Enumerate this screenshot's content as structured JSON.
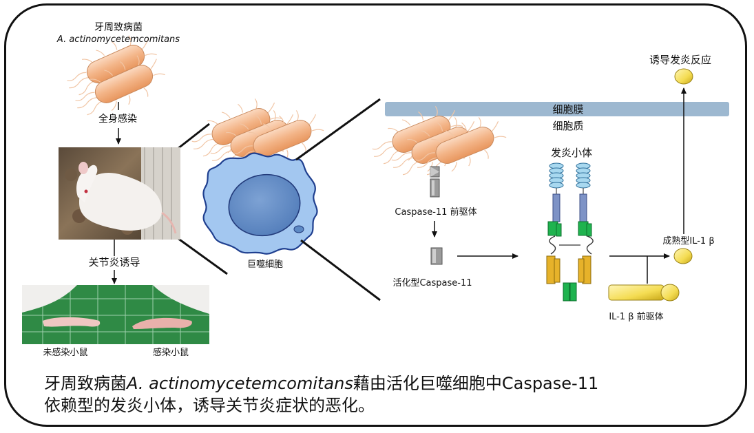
{
  "pathogen": {
    "name_cn": "牙周致病菌",
    "name_latin": "A. actinomycetemcomitans"
  },
  "steps": {
    "systemic_infection": "全身感染",
    "arthritis_induction": "关节炎诱导"
  },
  "mice": {
    "uninfected": "未感染小鼠",
    "infected": "感染小鼠"
  },
  "macrophage": "巨噬細胞",
  "membrane": {
    "membrane_label": "细胞膜",
    "cytoplasm_label": "细胞质"
  },
  "caspase": {
    "precursor": "Caspase-11 前驱体",
    "active": "活化型Caspase-11"
  },
  "inflammasome": "发炎小体",
  "il1b": {
    "mature": "成熟型IL-1 β",
    "precursor": "IL-1 β 前驱体"
  },
  "response": "诱导发炎反应",
  "caption": {
    "part1": "牙周致病菌",
    "latin": "A. actinomycetemcomitans",
    "part2": "藉由活化巨噬细胞中Caspase-11",
    "line2": "依赖型的发炎小体，诱导关节炎症状的恶化。"
  },
  "colors": {
    "bacteria_fill": "#f3b487",
    "membrane": "#9db8d0",
    "macrophage_fill": "#9cc2ef",
    "nucleus_fill": "#5d89c4",
    "cytokine_yellow": "#f4dc52",
    "domain_green": "#1fb34f",
    "domain_gold": "#e6b22a",
    "domain_blue": "#7e93c6",
    "caspase_gray": "#9b9b9b"
  }
}
